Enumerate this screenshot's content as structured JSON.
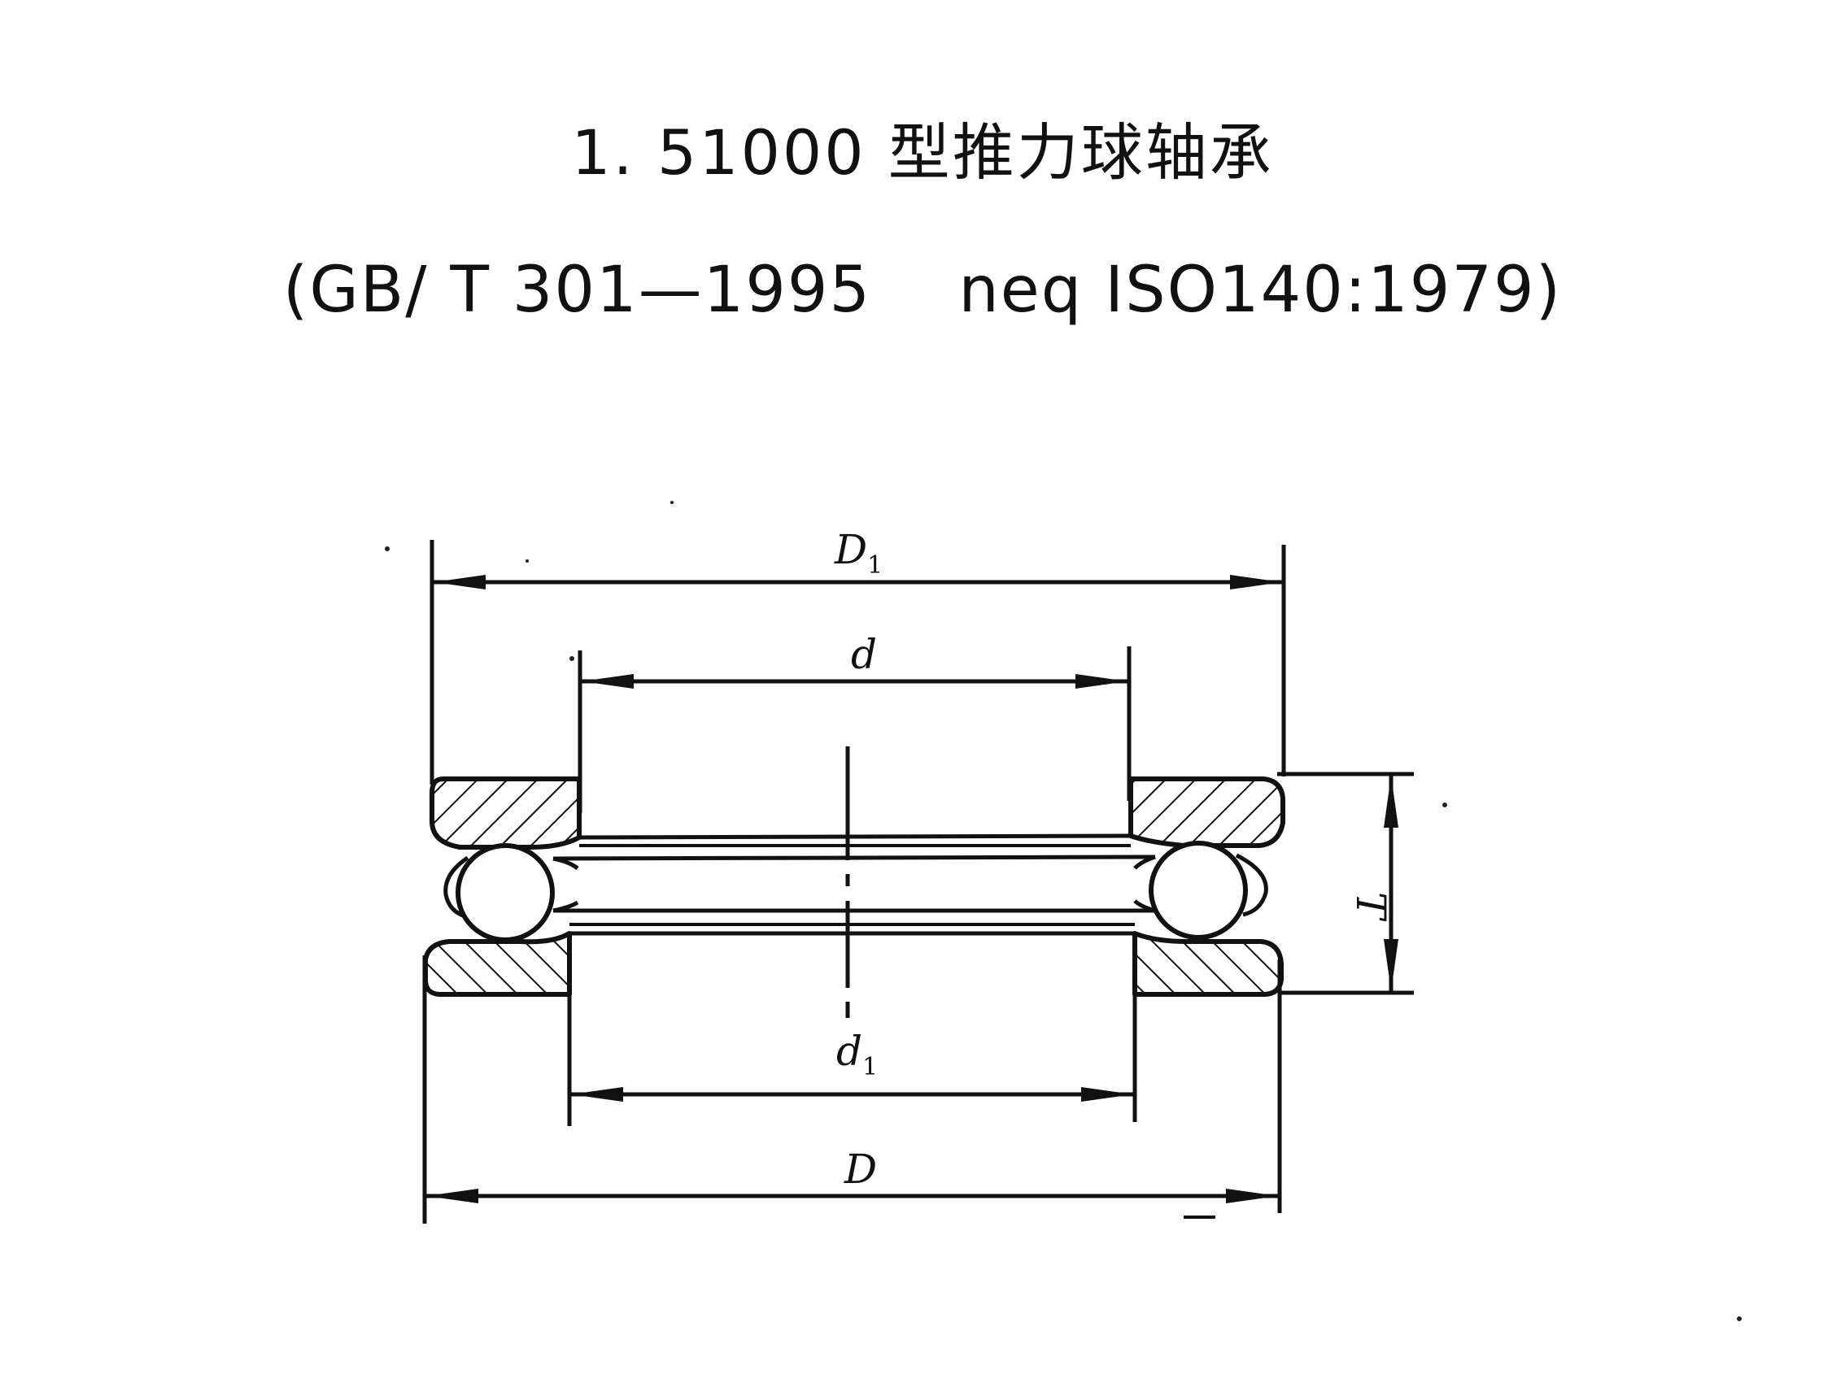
{
  "header": {
    "title": "1. 51000 型推力球轴承",
    "standard": "(GB/ T 301—1995    neq ISO140:1979)"
  },
  "drawing": {
    "labels": {
      "outer_washer_diameter": {
        "main": "D",
        "sub": "1"
      },
      "bore": {
        "main": "d",
        "sub": ""
      },
      "housing_washer_bore": {
        "main": "d",
        "sub": "1"
      },
      "outer_diameter": {
        "main": "D",
        "sub": ""
      },
      "height": {
        "main": "T",
        "sub": ""
      }
    }
  }
}
